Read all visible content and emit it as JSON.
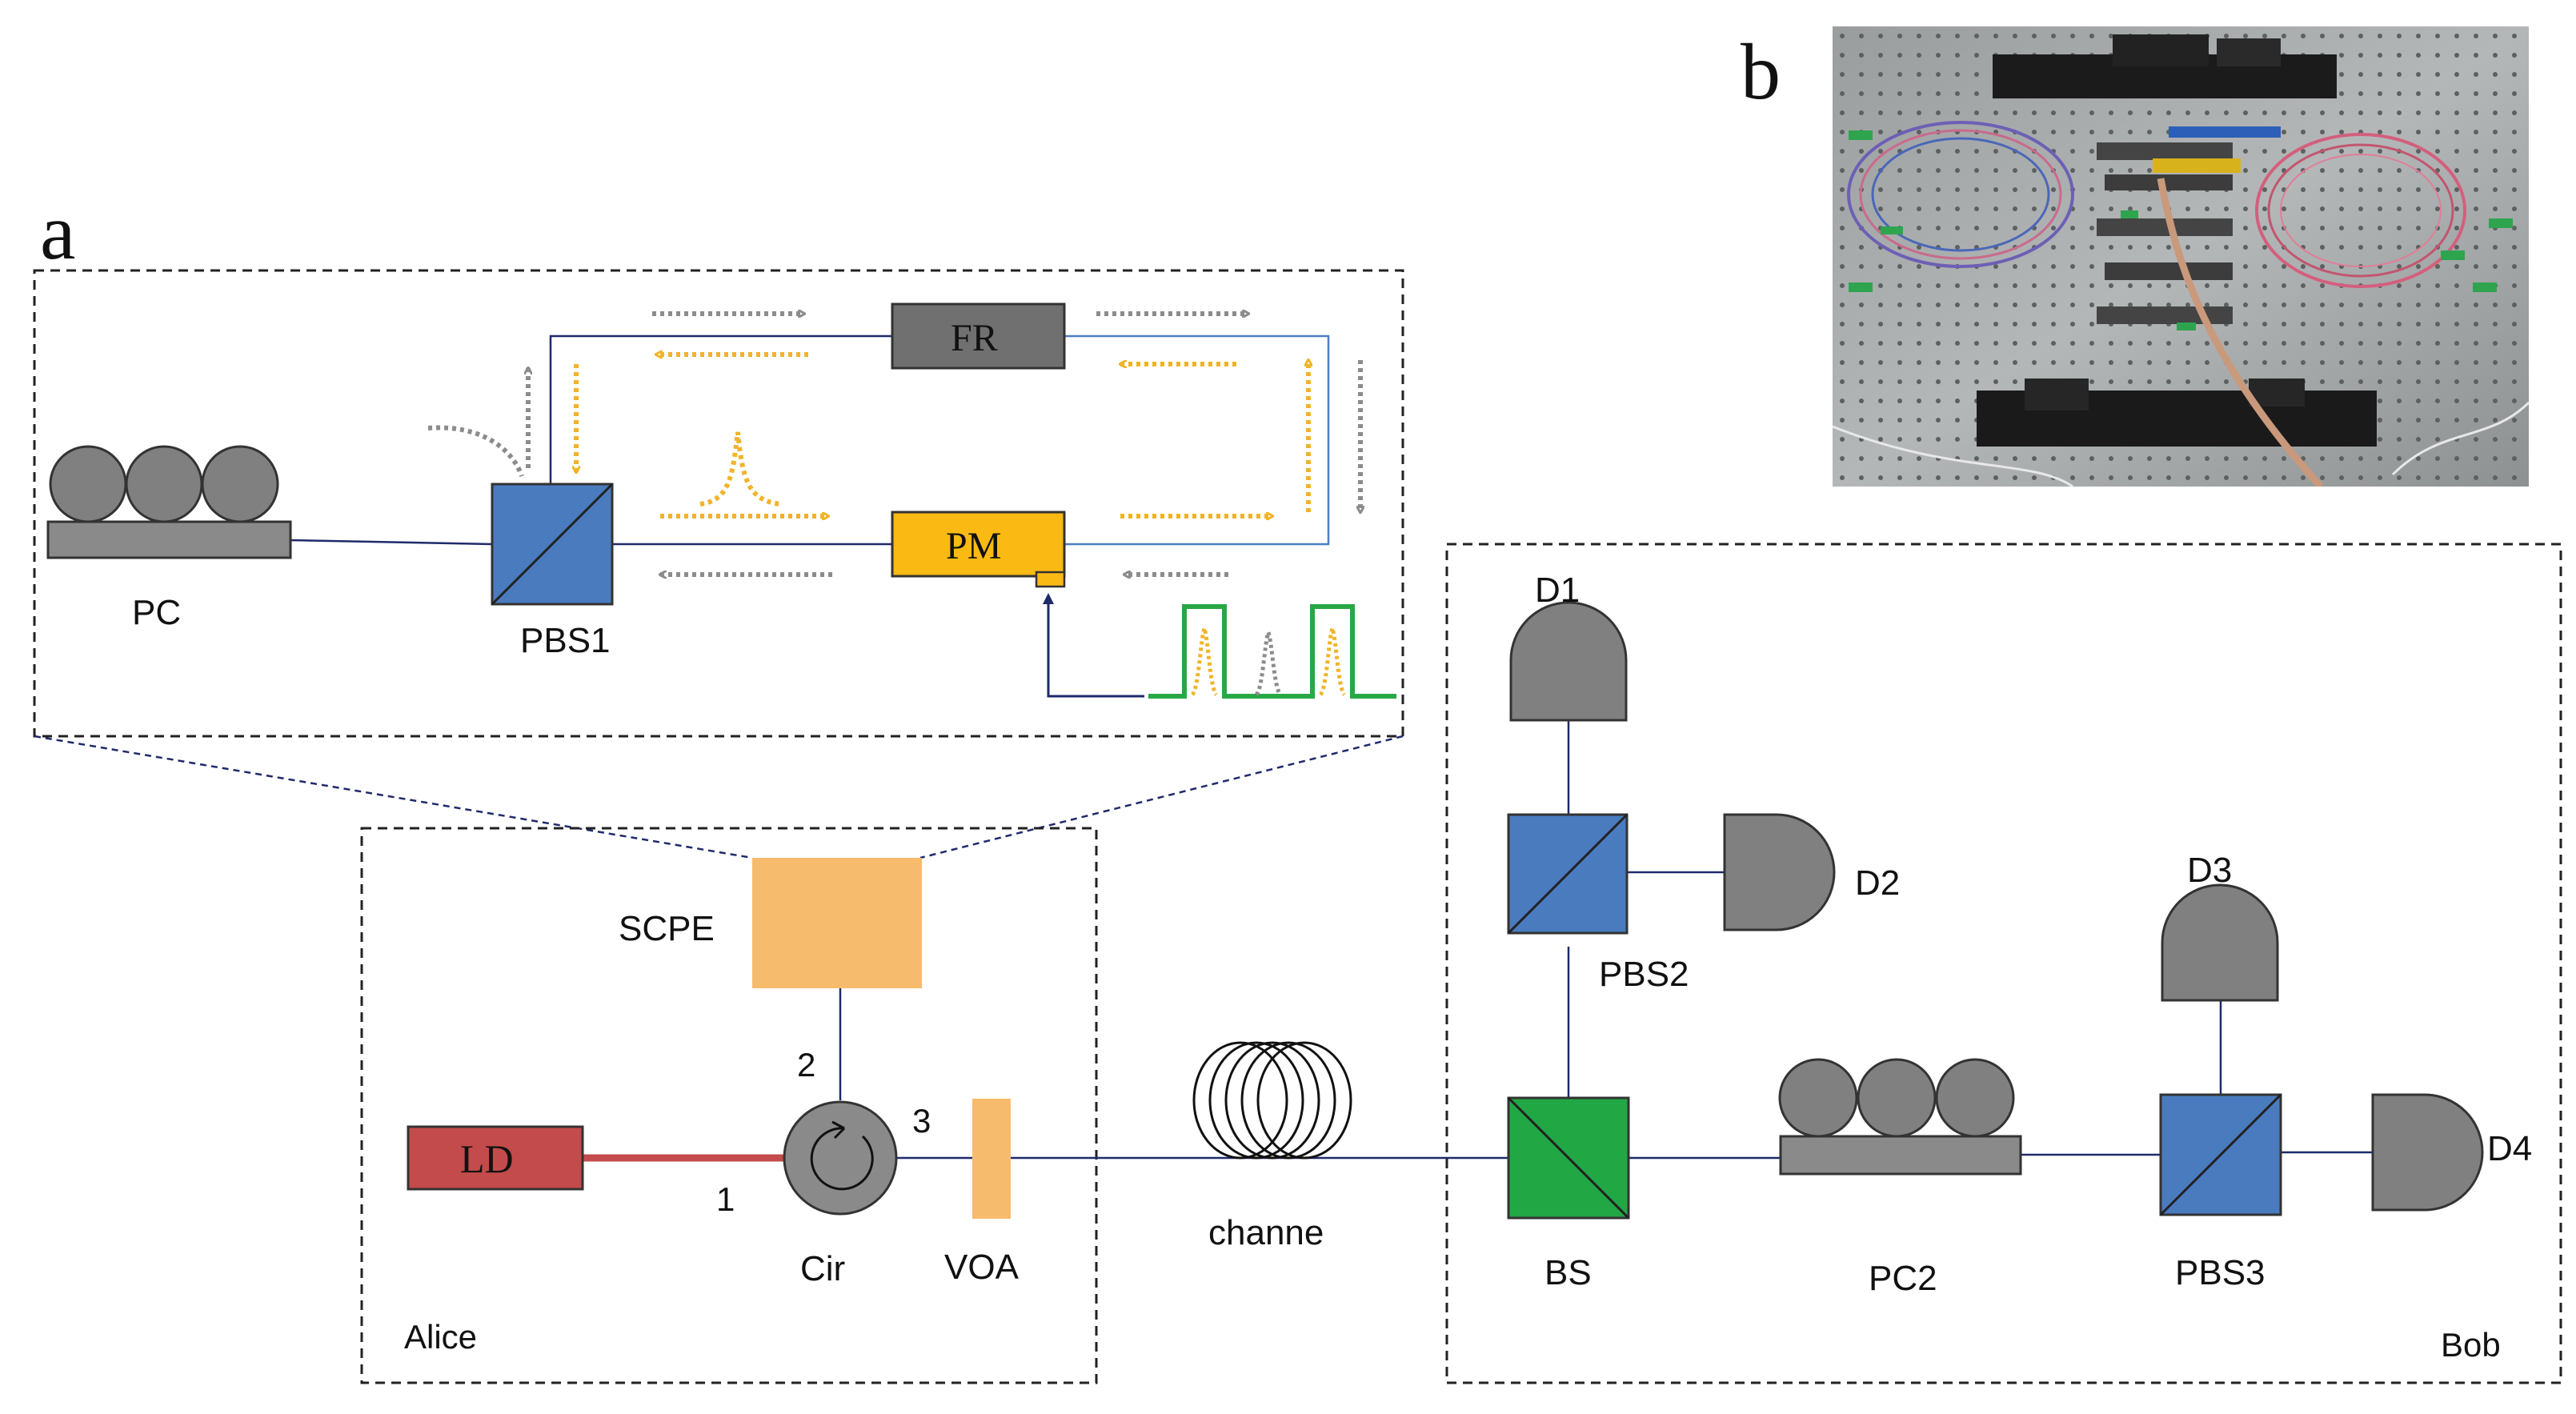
{
  "panels": {
    "a": "a",
    "b": "b"
  },
  "inset": {
    "labels": {
      "pc": "PC",
      "pbs1": "PBS1",
      "fr": "FR",
      "pm": "PM"
    }
  },
  "main": {
    "labels": {
      "scpe": "SCPE",
      "ld": "LD",
      "cir": "Cir",
      "voa": "VOA",
      "channel": "channe",
      "alice": "Alice",
      "bob": "Bob",
      "bs": "BS",
      "pc2": "PC2",
      "pbs2": "PBS2",
      "pbs3": "PBS3",
      "d1": "D1",
      "d2": "D2",
      "d3": "D3",
      "d4": "D4"
    },
    "ports": {
      "p1": "1",
      "p2": "2",
      "p3": "3"
    }
  },
  "colors": {
    "pbs_blue": "#4a7bbf",
    "bs_green": "#22a745",
    "scpe_orange": "#f6bb6c",
    "ld_red": "#c44b4b",
    "pm_yellow": "#fbb914",
    "gray_device": "#8a8a8a",
    "dark_device": "#707070",
    "pulse_green": "#27a844",
    "arrow_gray": "#8c8c8c",
    "arrow_orange": "#f0b429",
    "fiber_line": "#1f2a6b"
  }
}
